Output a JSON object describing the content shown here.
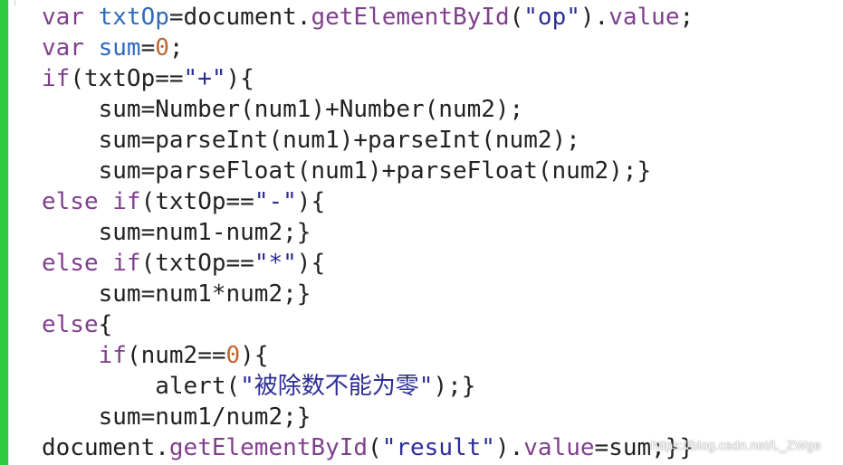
{
  "editor": {
    "accent_color": "#2ecc40",
    "colors": {
      "keyword": "#7f3f8c",
      "variable": "#2f6bbd",
      "method": "#7f3f8c",
      "string": "#2c2d95",
      "number": "#c0652f",
      "text": "#222222"
    },
    "lines": [
      [
        [
          "kw",
          "var"
        ],
        [
          "plain",
          " "
        ],
        [
          "var",
          "txtOp"
        ],
        [
          "plain",
          "=document."
        ],
        [
          "fn",
          "getElementById"
        ],
        [
          "plain",
          "("
        ],
        [
          "str",
          "\"op\""
        ],
        [
          "plain",
          ")."
        ],
        [
          "fn",
          "value"
        ],
        [
          "plain",
          ";"
        ]
      ],
      [
        [
          "kw",
          "var"
        ],
        [
          "plain",
          " "
        ],
        [
          "var",
          "sum"
        ],
        [
          "plain",
          "="
        ],
        [
          "num",
          "0"
        ],
        [
          "plain",
          ";"
        ]
      ],
      [
        [
          "kw",
          "if"
        ],
        [
          "plain",
          "(txtOp=="
        ],
        [
          "str",
          "\"+\""
        ],
        [
          "plain",
          "){"
        ]
      ],
      [
        [
          "plain",
          "    sum=Number(num1)+Number(num2);"
        ]
      ],
      [
        [
          "plain",
          "    sum=parseInt(num1)+parseInt(num2);"
        ]
      ],
      [
        [
          "plain",
          "    sum=parseFloat(num1)+parseFloat(num2);}"
        ]
      ],
      [
        [
          "kw",
          "else"
        ],
        [
          "plain",
          " "
        ],
        [
          "kw",
          "if"
        ],
        [
          "plain",
          "(txtOp=="
        ],
        [
          "str",
          "\"-\""
        ],
        [
          "plain",
          "){"
        ]
      ],
      [
        [
          "plain",
          "    sum=num1-num2;}"
        ]
      ],
      [
        [
          "kw",
          "else"
        ],
        [
          "plain",
          " "
        ],
        [
          "kw",
          "if"
        ],
        [
          "plain",
          "(txtOp=="
        ],
        [
          "str",
          "\"*\""
        ],
        [
          "plain",
          "){"
        ]
      ],
      [
        [
          "plain",
          "    sum=num1*num2;}"
        ]
      ],
      [
        [
          "kw",
          "else"
        ],
        [
          "plain",
          "{"
        ]
      ],
      [
        [
          "plain",
          "    "
        ],
        [
          "kw",
          "if"
        ],
        [
          "plain",
          "(num2=="
        ],
        [
          "num",
          "0"
        ],
        [
          "plain",
          "){"
        ]
      ],
      [
        [
          "plain",
          "        alert("
        ],
        [
          "str",
          "\"被除数不能为零\""
        ],
        [
          "plain",
          ");}"
        ]
      ],
      [
        [
          "plain",
          "    sum=num1/num2;}"
        ]
      ],
      [
        [
          "plain",
          "document."
        ],
        [
          "fn",
          "getElementById"
        ],
        [
          "plain",
          "("
        ],
        [
          "str",
          "\"result\""
        ],
        [
          "plain",
          ")."
        ],
        [
          "fn",
          "value"
        ],
        [
          "plain",
          "=sum;}}"
        ]
      ]
    ]
  },
  "watermark": {
    "text": "https://blog.csdn.net/L_ZWge"
  }
}
